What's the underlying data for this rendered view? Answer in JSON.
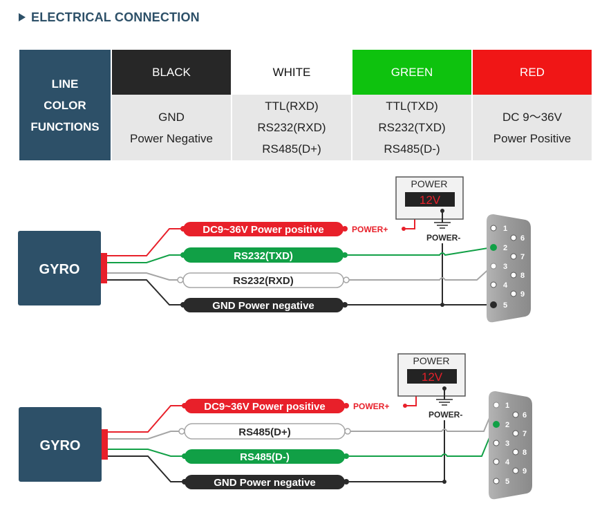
{
  "header": {
    "title": "ELECTRICAL CONNECTION"
  },
  "table": {
    "label_lines": [
      "LINE",
      "COLOR",
      "FUNCTIONS"
    ],
    "columns": [
      {
        "color_name": "BLACK",
        "bg": "#272727",
        "fg": "#ffffff",
        "functions": [
          "GND",
          "Power Negative"
        ]
      },
      {
        "color_name": "WHITE",
        "bg": "#ffffff",
        "fg": "#111111",
        "functions": [
          "TTL(RXD)",
          "RS232(RXD)",
          "RS485(D+)"
        ]
      },
      {
        "color_name": "GREEN",
        "bg": "#0ec20e",
        "fg": "#ffffff",
        "functions": [
          "TTL(TXD)",
          "RS232(TXD)",
          "RS485(D-)"
        ]
      },
      {
        "color_name": "RED",
        "bg": "#f01616",
        "fg": "#ffffff",
        "functions": [
          "DC 9～36V",
          "Power Positive"
        ]
      }
    ]
  },
  "diagrams": [
    {
      "device": "GYRO",
      "power_label": "POWER",
      "power_display": "12V",
      "power_plus": "POWER+",
      "power_minus": "POWER-",
      "wires": [
        {
          "label": "DC9~36V Power positive",
          "color": "red",
          "pin": ""
        },
        {
          "label": "RS232(TXD)",
          "color": "green",
          "pin": "2"
        },
        {
          "label": "RS232(RXD)",
          "color": "white",
          "pin": "3"
        },
        {
          "label": "GND  Power negative",
          "color": "black",
          "pin": "5"
        }
      ],
      "connector_pins": [
        "1",
        "2",
        "3",
        "4",
        "5",
        "6",
        "7",
        "8",
        "9"
      ]
    },
    {
      "device": "GYRO",
      "power_label": "POWER",
      "power_display": "12V",
      "power_plus": "POWER+",
      "power_minus": "POWER-",
      "wires": [
        {
          "label": "DC9~36V Power positive",
          "color": "red",
          "pin": ""
        },
        {
          "label": "RS485(D+)",
          "color": "white",
          "pin": "1"
        },
        {
          "label": "RS485(D-)",
          "color": "green",
          "pin": "2"
        },
        {
          "label": "GND  Power negative",
          "color": "black",
          "pin": ""
        }
      ],
      "connector_pins": [
        "1",
        "2",
        "3",
        "4",
        "5",
        "6",
        "7",
        "8",
        "9"
      ]
    }
  ],
  "colors": {
    "red": "#e8202a",
    "green": "#11a046",
    "white": "#ffffff",
    "black": "#2a2a2a",
    "navy": "#2d5068",
    "grey_wire": "#a5a5a5"
  }
}
